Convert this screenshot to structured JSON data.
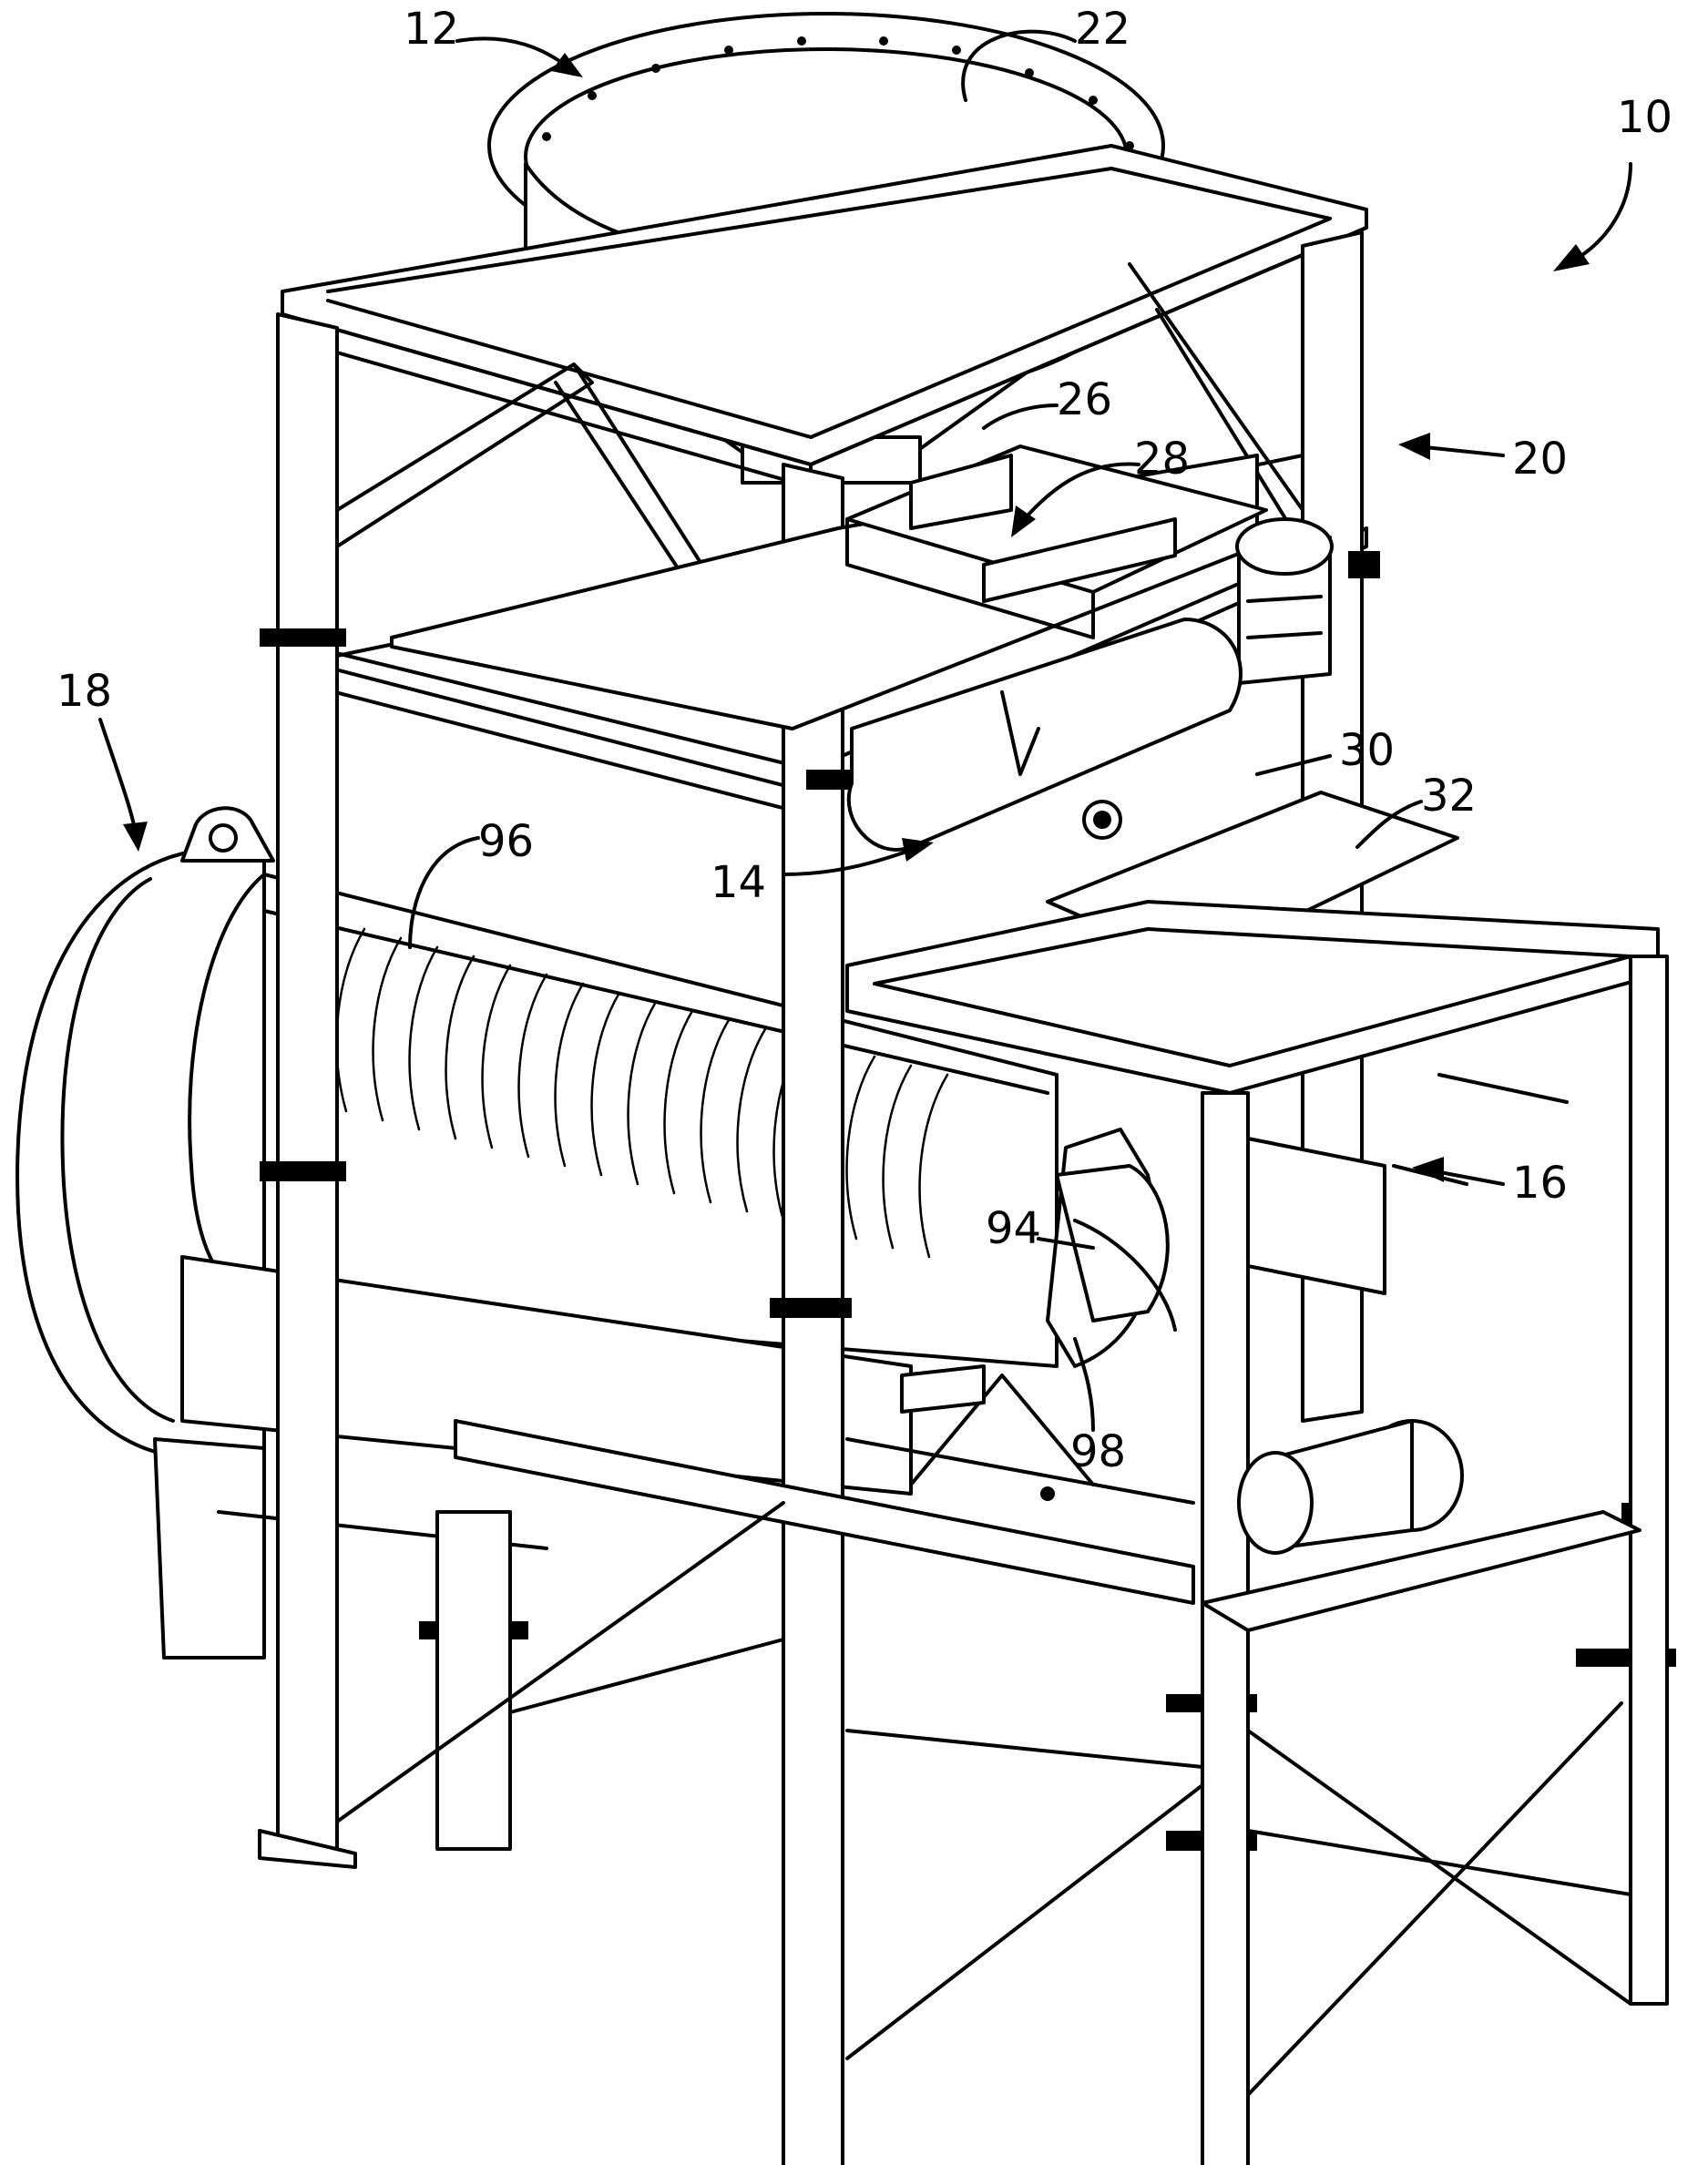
{
  "figure": {
    "reference_labels": {
      "r10": "10",
      "r12": "12",
      "r14": "14",
      "r16": "16",
      "r18": "18",
      "r20": "20",
      "r22": "22",
      "r26": "26",
      "r28": "28",
      "r30": "30",
      "r32": "32",
      "r94": "94",
      "r96": "96",
      "r98": "98"
    }
  }
}
